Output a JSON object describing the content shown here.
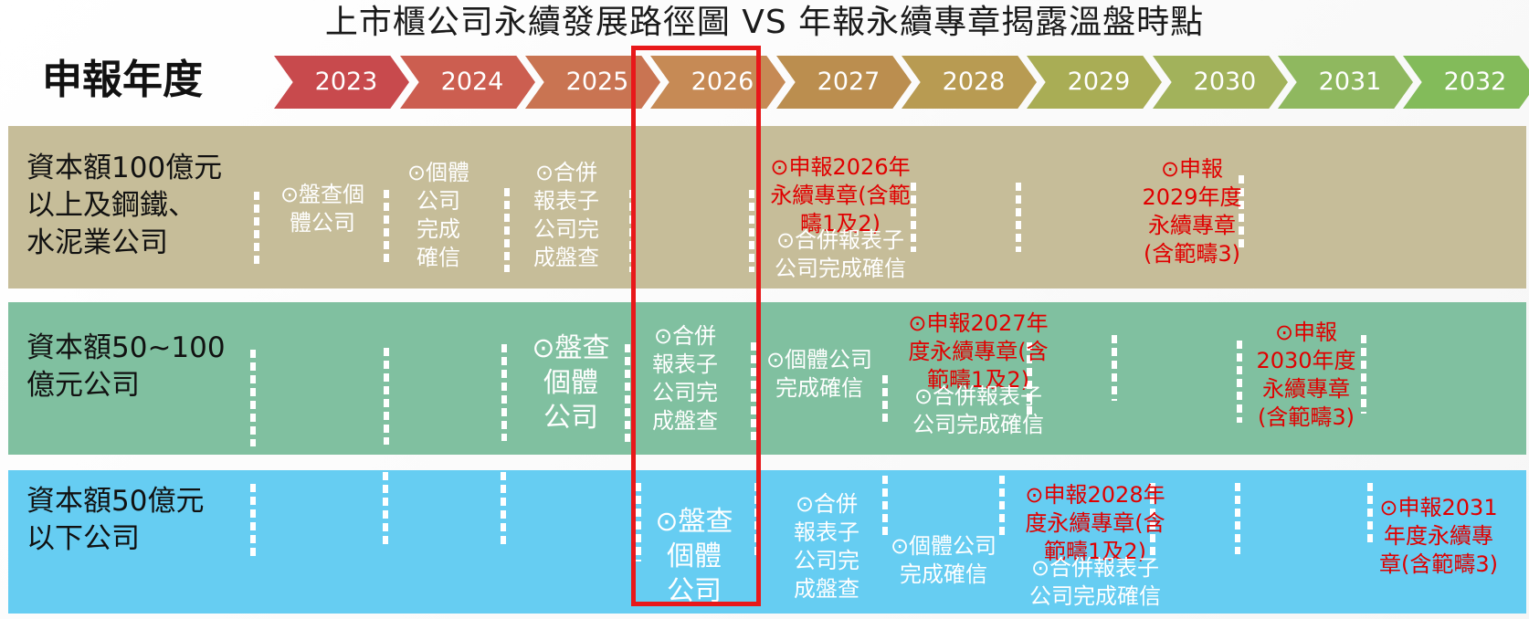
{
  "title": "上市櫃公司永續發展路徑圖 VS 年報永續專章揭露溫盤時點",
  "year_row_label": "申報年度",
  "years": [
    "2023",
    "2024",
    "2025",
    "2026",
    "2027",
    "2028",
    "2029",
    "2030",
    "2031",
    "2032"
  ],
  "colors": {
    "chevrons": [
      "#c84a4d",
      "#cc5e50",
      "#c97452",
      "#c68a55",
      "#bb8e4f",
      "#b89b52",
      "#a9ad55",
      "#a2b25b",
      "#8fb85f",
      "#83bb5a"
    ],
    "band1": "#c6bd99",
    "band2": "#80c0a0",
    "band3": "#66cdf2",
    "red_text": "#e00000",
    "highlight": "#e8181a"
  },
  "bands": [
    {
      "category": [
        "資本額100億元",
        "以上及鋼鐵、",
        "水泥業公司"
      ],
      "cells": [
        {
          "lines": [
            "⊙盤查個",
            "體公司"
          ],
          "style": "white"
        },
        {
          "lines": [
            "⊙個體",
            "公司",
            "完成",
            "確信"
          ],
          "style": "white"
        },
        {
          "lines": [
            "⊙合併",
            "報表子",
            "公司完",
            "成盤查"
          ],
          "style": "white"
        },
        {
          "lines": [
            "⊙申報2026年",
            "永續專章(含範",
            "疇1及2)"
          ],
          "style": "red"
        },
        {
          "lines": [
            "⊙合併報表子",
            "公司完成確信"
          ],
          "style": "white"
        },
        {
          "lines": [
            "⊙申報",
            "2029年度",
            "永續專章",
            "(含範疇3)"
          ],
          "style": "red"
        }
      ]
    },
    {
      "category": [
        "資本額50~100",
        "億元公司"
      ],
      "cells": [
        {
          "lines": [
            "⊙盤查",
            "個體",
            "公司"
          ],
          "style": "white-big"
        },
        {
          "lines": [
            "⊙合併",
            "報表子",
            "公司完",
            "成盤查"
          ],
          "style": "white"
        },
        {
          "lines": [
            "⊙個體公司",
            "完成確信"
          ],
          "style": "white"
        },
        {
          "lines": [
            "⊙申報2027年",
            "度永續專章(含",
            "範疇1及2)"
          ],
          "style": "red"
        },
        {
          "lines": [
            "⊙合併報表子",
            "公司完成確信"
          ],
          "style": "white"
        },
        {
          "lines": [
            "⊙申報",
            "2030年度",
            "永續專章",
            "(含範疇3)"
          ],
          "style": "red"
        }
      ]
    },
    {
      "category": [
        "資本額50億元",
        "以下公司"
      ],
      "cells": [
        {
          "lines": [
            "⊙盤查",
            "個體",
            "公司"
          ],
          "style": "white-big"
        },
        {
          "lines": [
            "⊙合併",
            "報表子",
            "公司完",
            "成盤查"
          ],
          "style": "white"
        },
        {
          "lines": [
            "⊙個體公司",
            "完成確信"
          ],
          "style": "white"
        },
        {
          "lines": [
            "⊙申報2028年",
            "度永續專章(含",
            "範疇1及2)"
          ],
          "style": "red"
        },
        {
          "lines": [
            "⊙合併報表子",
            "公司完成確信"
          ],
          "style": "white"
        },
        {
          "lines": [
            "⊙申報2031",
            "年度永續專",
            "章(含範疇3)"
          ],
          "style": "red"
        }
      ]
    }
  ]
}
